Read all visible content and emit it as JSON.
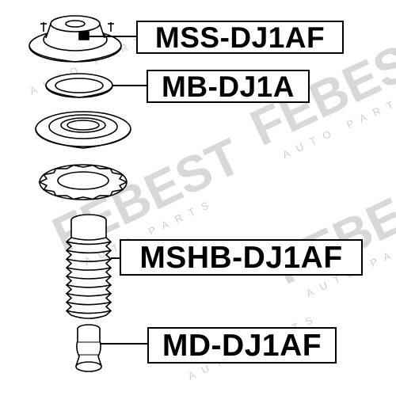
{
  "watermark": {
    "brand": "FEBEST",
    "sub": "AUTO PARTS"
  },
  "parts": [
    {
      "id": "mount",
      "label": "MSS-DJ1AF"
    },
    {
      "id": "bearing",
      "label": "MB-DJ1A"
    },
    {
      "id": "boot",
      "label": "MSHB-DJ1AF"
    },
    {
      "id": "bumper",
      "label": "MD-DJ1AF"
    }
  ]
}
